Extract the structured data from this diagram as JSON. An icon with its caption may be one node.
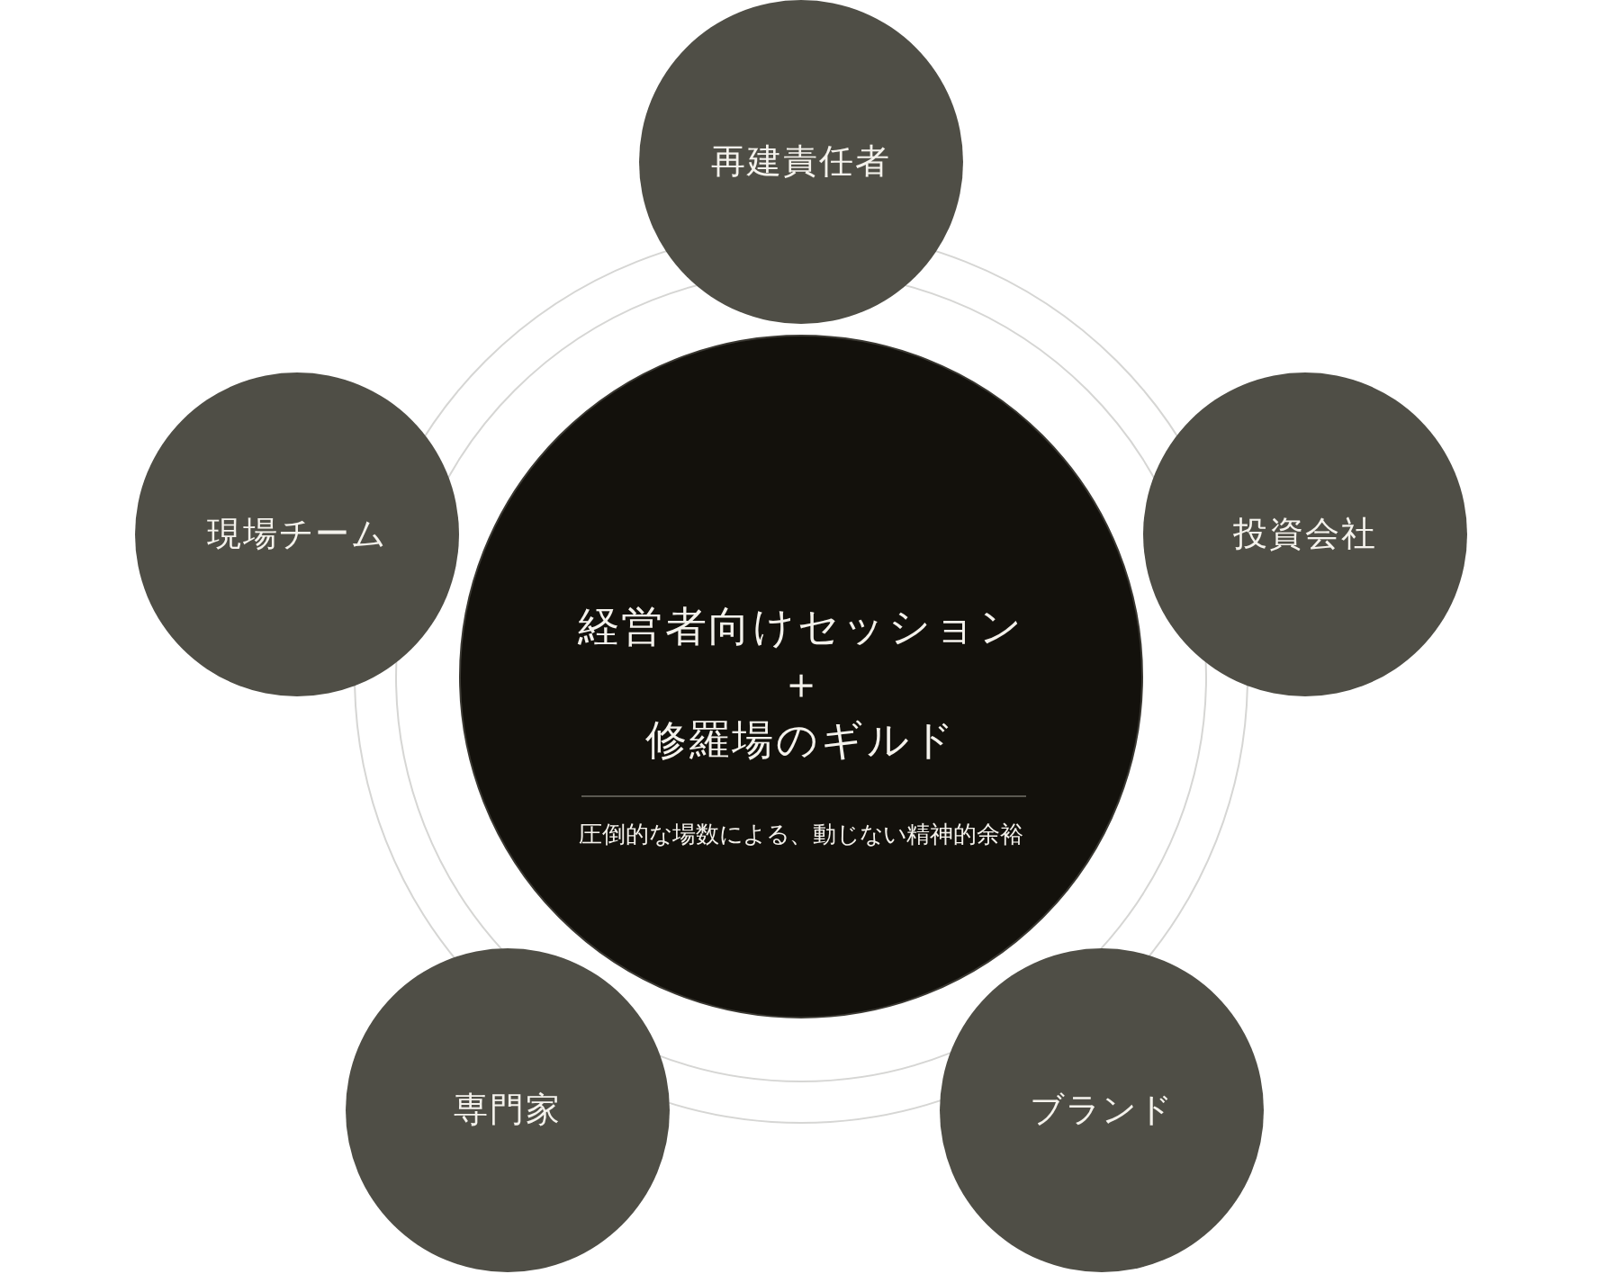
{
  "diagram": {
    "nodes": [
      {
        "text": [
          "再建責任者"
        ]
      },
      {
        "text": [
          "現場チーム"
        ]
      },
      {
        "text": [
          "経営者向けセッション",
          "＋",
          "修羅場のギルド",
          "圧倒的な場数による、動じない精神的余裕"
        ]
      },
      {
        "text": [
          "投資会社"
        ]
      },
      {
        "text": [
          "専門家"
        ]
      },
      {
        "text": [
          "ブランド"
        ]
      }
    ]
  }
}
